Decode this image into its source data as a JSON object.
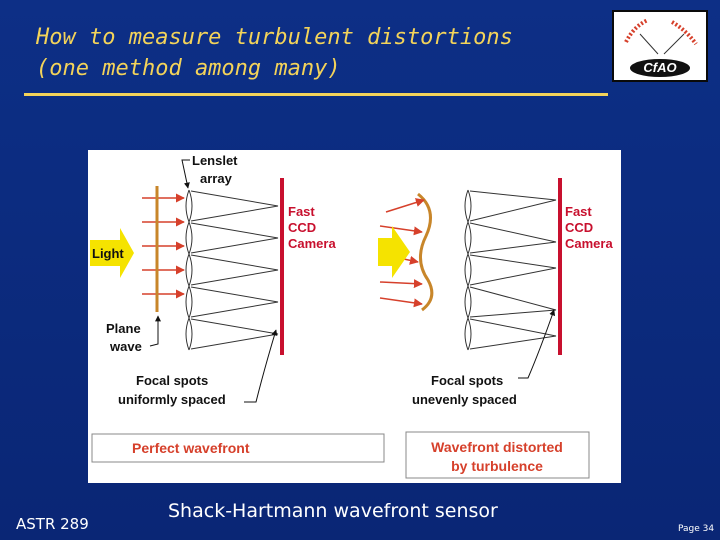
{
  "slide": {
    "title_line1": "How to measure turbulent distortions",
    "title_line2": "(one method among many)",
    "footer_left": "ASTR 289",
    "caption": "Shack-Hartmann wavefront sensor",
    "page_label": "Page 34"
  },
  "logo": {
    "text": "CfAO"
  },
  "figure": {
    "lenslet_label_1": "Lenslet",
    "lenslet_label_2": "array",
    "light_label": "Light",
    "camera_left": [
      "Fast",
      "CCD",
      "Camera"
    ],
    "camera_right": [
      "Fast",
      "CCD",
      "Camera"
    ],
    "plane_wave_1": "Plane",
    "plane_wave_2": "wave",
    "focal_left_1": "Focal spots",
    "focal_left_2": "uniformly spaced",
    "focal_right_1": "Focal spots",
    "focal_right_2": "unevenly spaced",
    "box_left": "Perfect wavefront",
    "box_right_1": "Wavefront distorted",
    "box_right_2": "by turbulence"
  },
  "colors": {
    "background": "#0b2a7e",
    "title": "#f3d35a",
    "label_red": "#d6402b",
    "wave_orange": "#c8862a",
    "arrow_yellow": "#f5e300",
    "camera_red": "#c8102e"
  }
}
